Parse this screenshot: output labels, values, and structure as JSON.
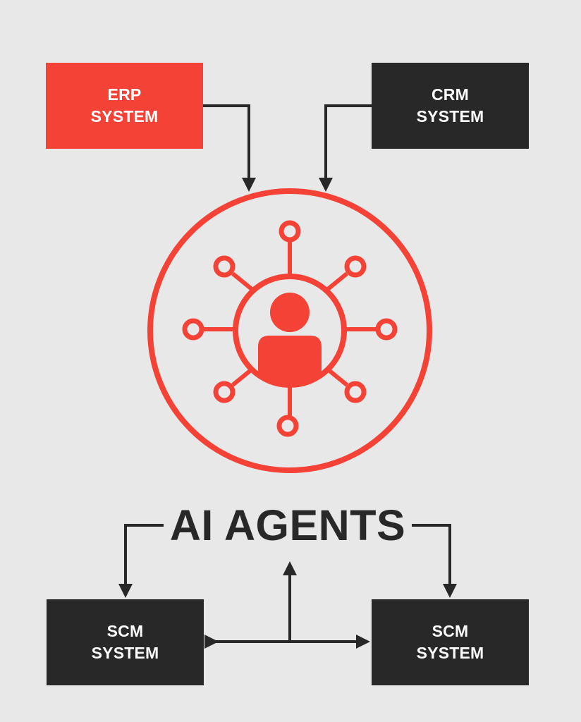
{
  "colors": {
    "background": "#e9e8e8",
    "accent_red": "#f44336",
    "dark_box": "#282828",
    "box_text": "#ffffff",
    "connector": "#282828"
  },
  "top_left_box": {
    "line1": "ERP",
    "line2": "SYSTEM",
    "color": "#f44336"
  },
  "top_right_box": {
    "line1": "CRM",
    "line2": "SYSTEM",
    "color": "#282828"
  },
  "hub": {
    "icon": "ai-agent-network-icon",
    "title": "AI AGENTS"
  },
  "bottom_left_box": {
    "line1": "SCM",
    "line2": "SYSTEM",
    "color": "#282828"
  },
  "bottom_right_box": {
    "line1": "SCM",
    "line2": "SYSTEM",
    "color": "#282828"
  }
}
